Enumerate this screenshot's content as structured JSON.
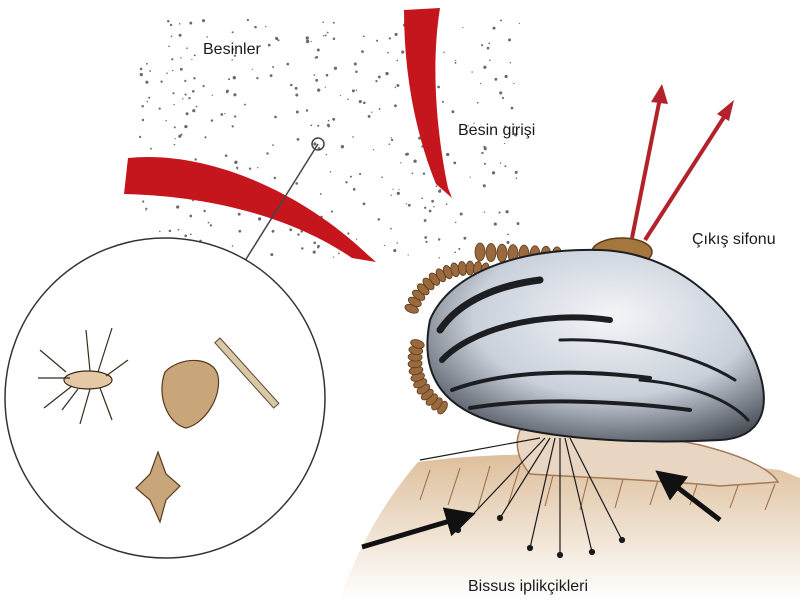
{
  "labels": {
    "nutrients": "Besinler",
    "food_intake": "Besin girişi",
    "exhalant_siphon": "Çıkış sifonu",
    "byssus_threads": "Bissus iplikçikleri"
  },
  "colors": {
    "flow_arrow": "#c4161c",
    "outflow_arrow": "#b3222a",
    "shell_dark": "#1c1e22",
    "shell_light": "#e7eaf0",
    "fringe": "#9a6a3e",
    "siphon": "#a6763f",
    "ground": "#c8a27a"
  }
}
